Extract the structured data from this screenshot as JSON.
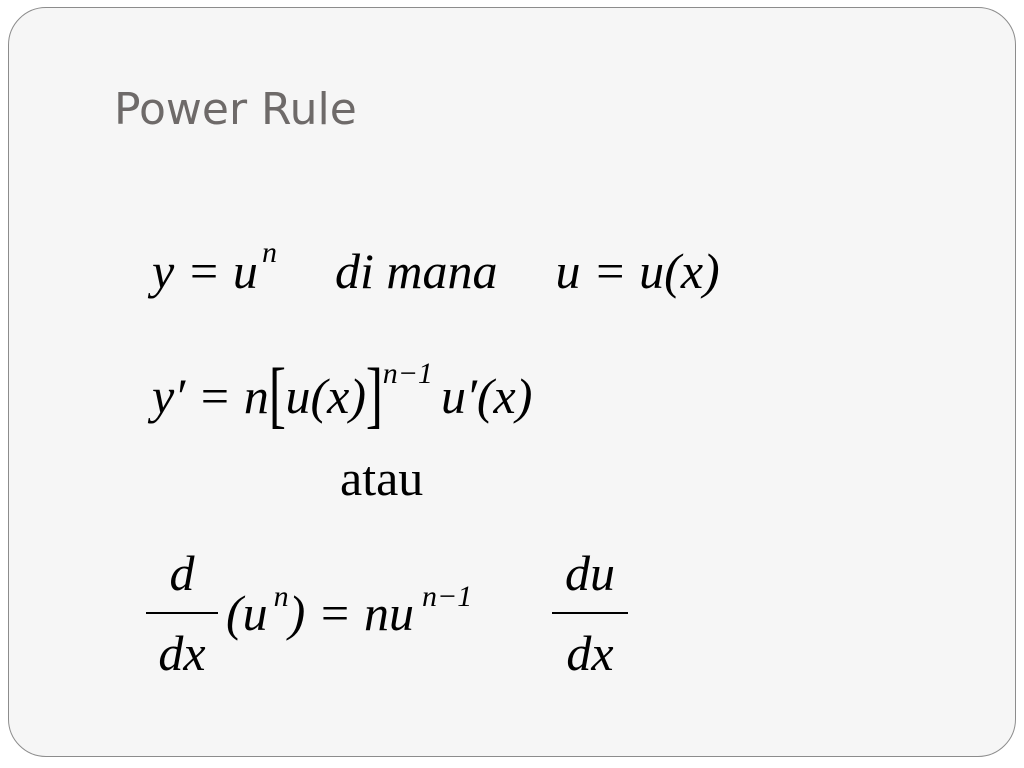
{
  "slide": {
    "title": "Power Rule"
  },
  "equations": {
    "line1": {
      "lhs": "y = u",
      "lhs_exponent": "n",
      "connector": "di mana",
      "rhs": "u = u(x)"
    },
    "line2": {
      "lhs": "y′ = n",
      "open_bracket": "[",
      "inner": "u(x)",
      "close_bracket": "]",
      "exponent": "n−1",
      "rest": "u′(x)"
    },
    "connector_word": "atau",
    "line3": {
      "frac1_numerator": "d",
      "frac1_denominator": "dx",
      "base_open": "(u",
      "base_exponent": "n",
      "base_close": ") = nu",
      "rhs_exponent": "n−1",
      "frac2_numerator": "du",
      "frac2_denominator": "dx"
    }
  }
}
